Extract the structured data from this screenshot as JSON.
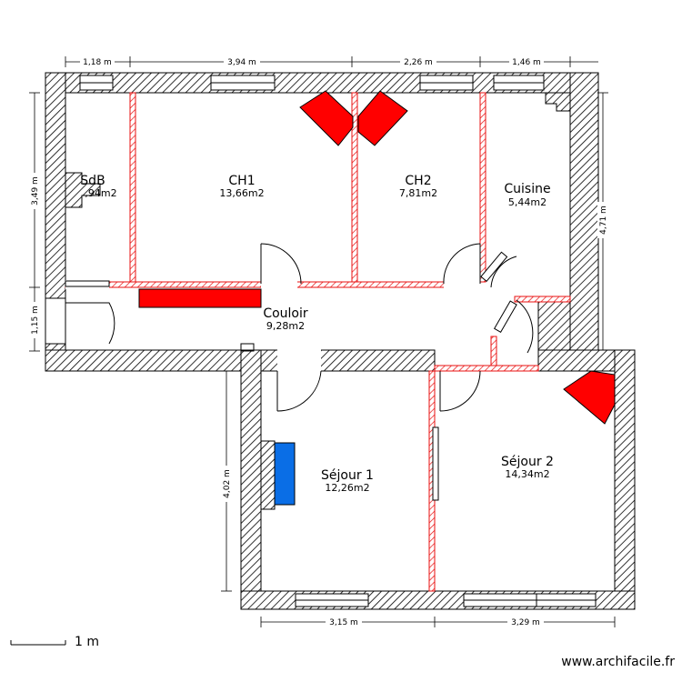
{
  "rooms": {
    "sdb": {
      "name": "SdB",
      "area": ",94m2"
    },
    "ch1": {
      "name": "CH1",
      "area": "13,66m2"
    },
    "ch2": {
      "name": "CH2",
      "area": "7,81m2"
    },
    "cuisine": {
      "name": "Cuisine",
      "area": "5,44m2"
    },
    "couloir": {
      "name": "Couloir",
      "area": "9,28m2"
    },
    "sejour1": {
      "name": "Séjour 1",
      "area": "12,26m2"
    },
    "sejour2": {
      "name": "Séjour 2",
      "area": "14,34m2"
    }
  },
  "dimensions": {
    "top_1": "1,18 m",
    "top_2": "3,94 m",
    "top_3": "2,26 m",
    "top_4": "1,46 m",
    "left_1": "3,49 m",
    "left_2": "1,15 m",
    "left_3": "4,02 m",
    "right_1": "4,71 m",
    "bottom_1": "3,15 m",
    "bottom_2": "3,29 m"
  },
  "scale": {
    "label": "1 m"
  },
  "watermark": "www.archifacile.fr",
  "colors": {
    "wall_hatch": "#000000",
    "partition": "#e81010",
    "radiator": "#ff0000",
    "blue_unit": "#0a6ee6"
  }
}
